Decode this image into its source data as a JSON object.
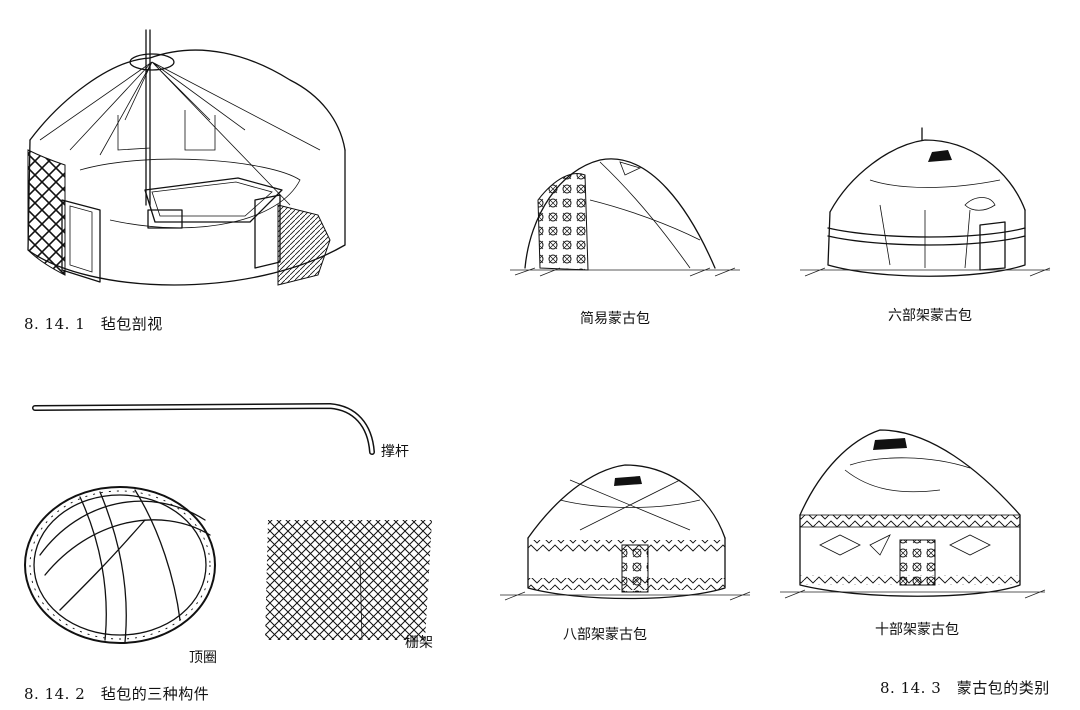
{
  "captions": {
    "fig1": "8. 14. 1　毡包剖视",
    "fig2": "8. 14. 2　毡包的三种构件",
    "fig3": "8. 14. 3　蒙古包的类别"
  },
  "components": {
    "pole": "撑杆",
    "crown": "顶圈",
    "lattice": "栅架"
  },
  "yurt_types": {
    "simple": "简易蒙古包",
    "six": "六部架蒙古包",
    "eight": "八部架蒙古包",
    "ten": "十部架蒙古包"
  }
}
